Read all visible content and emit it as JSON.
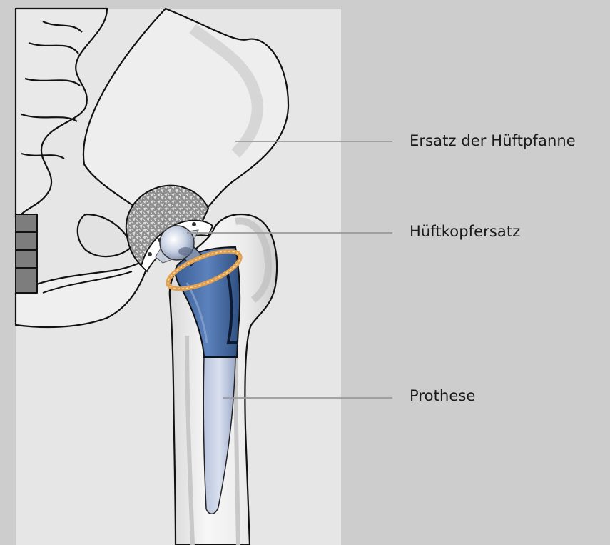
{
  "labels": {
    "cup": "Ersatz der Hüftpfanne",
    "head": "Hüftkopfersatz",
    "stem": "Prothese"
  },
  "colors": {
    "background": "#cdcdcd",
    "panel": "#e6e6e6",
    "bone": "#f2f2f2",
    "stem_blue": "#4a6fa5",
    "cup_grey": "#9a9a9a",
    "collar_orange": "#e0a050",
    "leader_line": "#9a9a9a"
  }
}
